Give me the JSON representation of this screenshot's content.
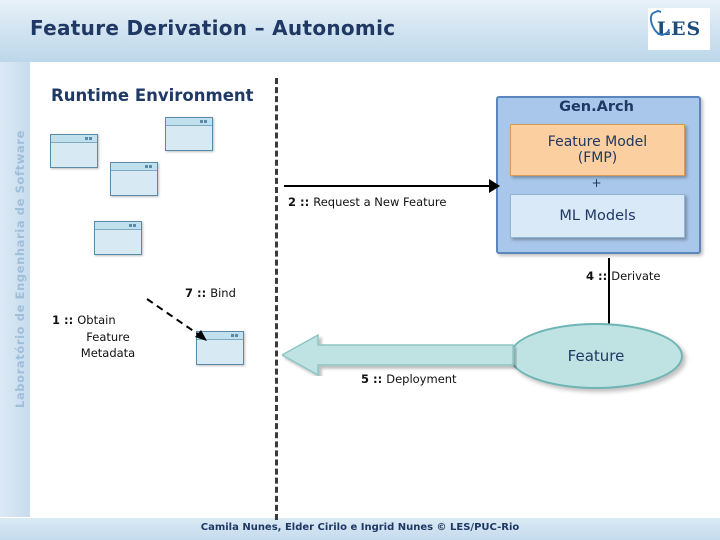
{
  "header": {
    "title": "Feature Derivation – Autonomic",
    "logo_text": "LES"
  },
  "left_band": {
    "text": "Laboratório de Engenharia de Software"
  },
  "footer": {
    "text": "Camila Nunes, Elder Cirilo e Ingrid Nunes © LES/PUC-Rio"
  },
  "diagram": {
    "runtime_label": "Runtime Environment",
    "genarch": {
      "title": "Gen.Arch",
      "fmp_line1": "Feature Model",
      "fmp_line2": "(FMP)",
      "plus": "+",
      "ml_label": "ML Models"
    },
    "feature_node": "Feature",
    "steps": {
      "request_num": "2 :: ",
      "request_text": "Request a New Feature",
      "derivate_num": "4 :: ",
      "derivate_text": "Derivate",
      "deployment_num": "5 :: ",
      "deployment_text": "Deployment",
      "bind_num": "7 :: ",
      "bind_text": "Bind",
      "obtain_num": "1 :: ",
      "obtain_line1": "Obtain",
      "obtain_line2": "Feature",
      "obtain_line3": "Metadata"
    }
  },
  "colors": {
    "header_blue": "#bcd7ea",
    "title_navy": "#1f3864",
    "genarch_panel": "#a9c7ea",
    "fmp_orange": "#fbcfa0",
    "ml_blue": "#d9e9f7",
    "feature_teal": "#bfe3e3",
    "window_blue": "#d7eaf3"
  }
}
